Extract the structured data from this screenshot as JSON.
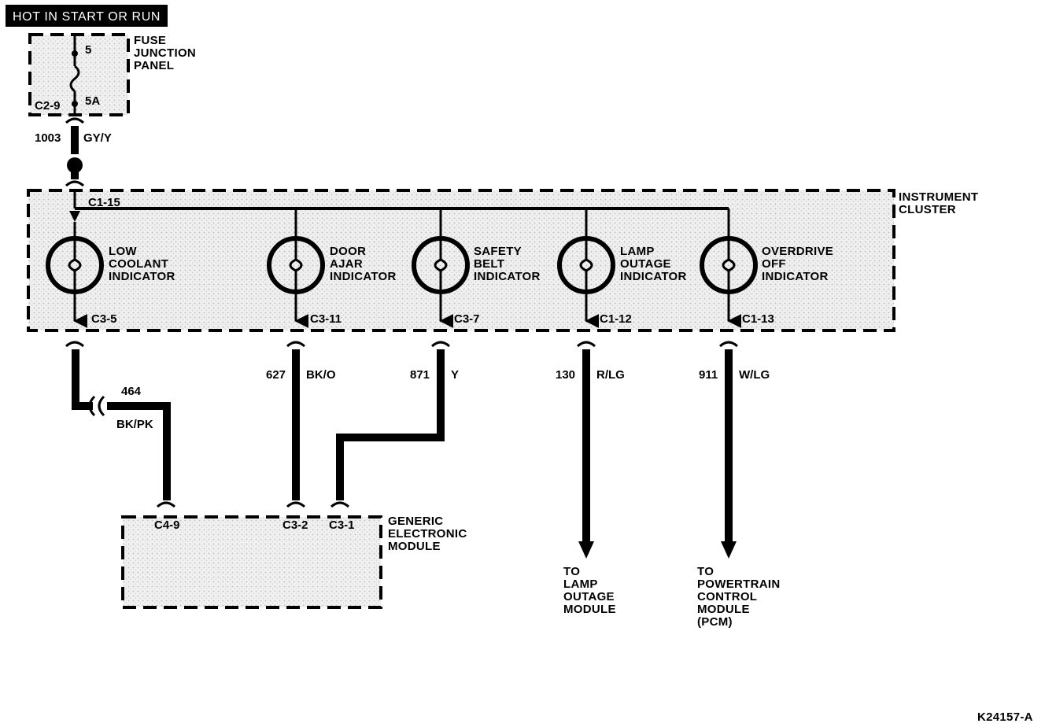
{
  "power_tag": "HOT IN START OR RUN",
  "fuse_panel": {
    "title_lines": [
      "FUSE",
      "JUNCTION",
      "PANEL"
    ],
    "fuse_top": "5",
    "fuse_rating": "5A",
    "connector": "C2-9"
  },
  "feed_wire": {
    "circuit": "1003",
    "color": "GY/Y"
  },
  "cluster": {
    "title_lines": [
      "INSTRUMENT",
      "CLUSTER"
    ],
    "feed_connector": "C1-15",
    "indicators": [
      {
        "name_lines": [
          "LOW",
          "COOLANT",
          "INDICATOR"
        ],
        "connector": "C3-5"
      },
      {
        "name_lines": [
          "DOOR",
          "AJAR",
          "INDICATOR"
        ],
        "connector": "C3-11"
      },
      {
        "name_lines": [
          "SAFETY",
          "BELT",
          "INDICATOR"
        ],
        "connector": "C3-7"
      },
      {
        "name_lines": [
          "LAMP",
          "OUTAGE",
          "INDICATOR"
        ],
        "connector": "C1-12"
      },
      {
        "name_lines": [
          "OVERDRIVE",
          "OFF",
          "INDICATOR"
        ],
        "connector": "C1-13"
      }
    ]
  },
  "wires": {
    "w464": {
      "circuit": "464",
      "color": "BK/PK"
    },
    "w627": {
      "circuit": "627",
      "color": "BK/O"
    },
    "w871": {
      "circuit": "871",
      "color": "Y"
    },
    "w130": {
      "circuit": "130",
      "color": "R/LG"
    },
    "w911": {
      "circuit": "911",
      "color": "W/LG"
    }
  },
  "gem": {
    "title_lines": [
      "GENERIC",
      "ELECTRONIC",
      "MODULE"
    ],
    "connectors": [
      "C4-9",
      "C3-2",
      "C3-1"
    ]
  },
  "destinations": {
    "lamp_outage_lines": [
      "TO",
      "LAMP",
      "OUTAGE",
      "MODULE"
    ],
    "pcm_lines": [
      "TO",
      "POWERTRAIN",
      "CONTROL",
      "MODULE",
      "(PCM)"
    ]
  },
  "figure_id": "K24157-A"
}
